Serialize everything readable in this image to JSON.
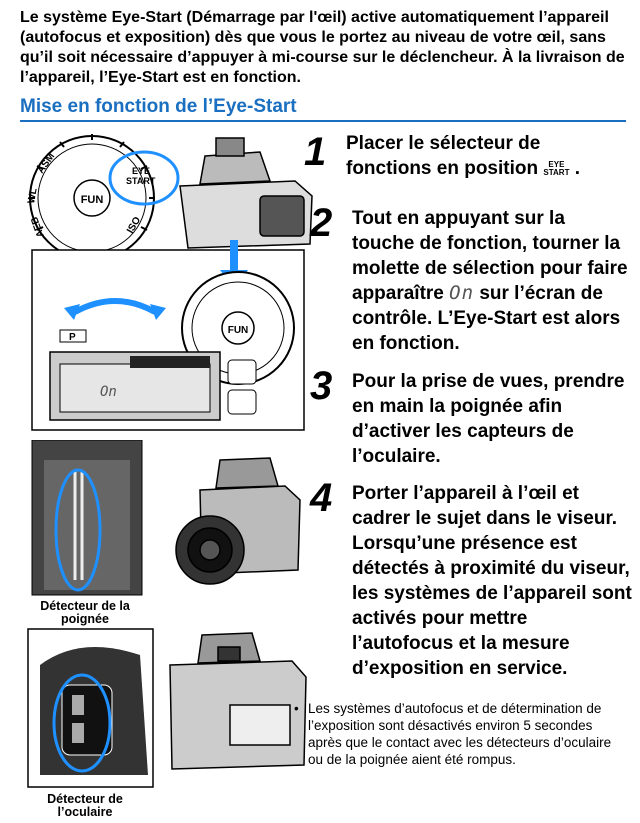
{
  "intro": "Le système Eye-Start (Démarrage par l'œil) active automatiquement l’appareil (autofocus et exposition) dès que vous le portez au niveau de votre œil, sans qu’il soit nécessaire d’appuyer à mi-course sur le déclencheur. À la livraison de l’appareil, l’Eye-Start est en fonction.",
  "section_title": "Mise en fonction de l’Eye-Start",
  "steps": [
    {
      "num": "1",
      "text_a": "Placer le sélecteur de",
      "text_b": "fonctions en position",
      "icon_top": "EYE",
      "icon_bottom": "START",
      "text_c": "."
    },
    {
      "num": "2",
      "text_a": "Tout en appuyant sur la touche de fonction, tourner la molette de sélection pour faire apparaître",
      "lcd": "On",
      "text_b": "sur l’écran de contrôle. L’Eye-Start est alors en fonction."
    },
    {
      "num": "3",
      "text": "Pour la prise de vues, prendre en main la poignée afin d’activer les capteurs de l’oculaire."
    },
    {
      "num": "4",
      "text": "Porter l’appareil à l’œil et cadrer le sujet dans le viseur. Lorsqu’une présence est détectés à proximité du viseur, les systèmes de l’appareil sont activés pour mettre l’autofocus et la mesure d’exposition en service."
    }
  ],
  "bullet": "Les systèmes d’autofocus et de détermination de l’exposition sont désactivés environ 5 secondes après que le contact avec les détecteurs d’oculaire ou de la poignée aient été rompus.",
  "bullet_mark": "•",
  "dial": {
    "fun": "FUN",
    "eye": "EYE",
    "start": "START",
    "iso": "ISO",
    "labels": [
      "ASM",
      "WL",
      "AEB"
    ]
  },
  "lcd_display": "On",
  "p_button": "P",
  "captions": {
    "grip": "Détecteur de la poignée",
    "eyepiece": "Détecteur de l’oculaire"
  },
  "colors": {
    "accent": "#1a6fc0",
    "highlight": "#1e90ff"
  }
}
